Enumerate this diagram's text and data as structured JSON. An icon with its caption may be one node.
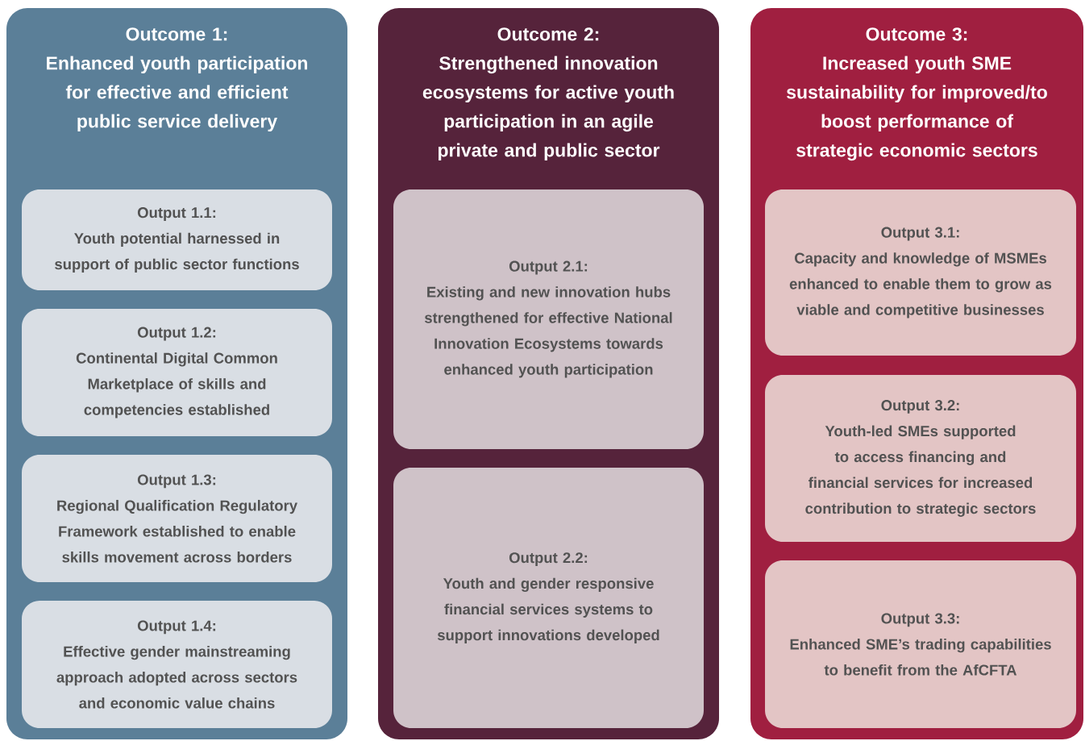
{
  "diagram": {
    "nodes": [
      {
        "text": [
          "Outcome 1:",
          "Enhanced youth participation for effective and efficient public service delivery"
        ]
      },
      {
        "text": [
          "Output 1.1:",
          "Youth potential harnessed in support of public sector functions"
        ],
        "in": 0
      },
      {
        "text": [
          "Output 1.2:",
          "Continental Digital Common Marketplace of skills and competencies established"
        ],
        "in": 0
      },
      {
        "text": [
          "Output 1.3:",
          "Regional Qualification Regulatory Framework established to enable skills movement across borders"
        ],
        "in": 0
      },
      {
        "text": [
          "Output 1.4:",
          "Effective gender mainstreaming approach adopted across sectors and economic value chains"
        ],
        "in": 0
      },
      {
        "text": [
          "Outcome 2:",
          "Strengthened innovation ecosystems for active youth participation in an agile private and public sector"
        ]
      },
      {
        "text": [
          "Output 2.1:",
          "Existing and new innovation hubs strengthened for effective National Innovation Ecosystems towards enhanced youth participation"
        ],
        "in": 5
      },
      {
        "text": [
          "Output 2.2:",
          "Youth and gender responsive financial services systems to support innovations developed"
        ],
        "in": 5
      },
      {
        "text": [
          "Outcome 3:",
          "Increased youth SME sustainability for improved/to boost performance of strategic economic sectors"
        ]
      },
      {
        "text": [
          "Output 3.1:",
          "Capacity and knowledge of MSMEs enhanced to enable them to grow as viable and competitive businesses"
        ],
        "in": 8
      },
      {
        "text": [
          "Output 3.2:",
          "Youth-led SMEs supported to access financing and financial services for increased contribution to strategic sectors"
        ],
        "in": 8
      },
      {
        "text": [
          "Output 3.3:",
          "Enhanced SME’s trading capabilities to benefit from the AfCFTA"
        ],
        "in": 8
      }
    ]
  }
}
